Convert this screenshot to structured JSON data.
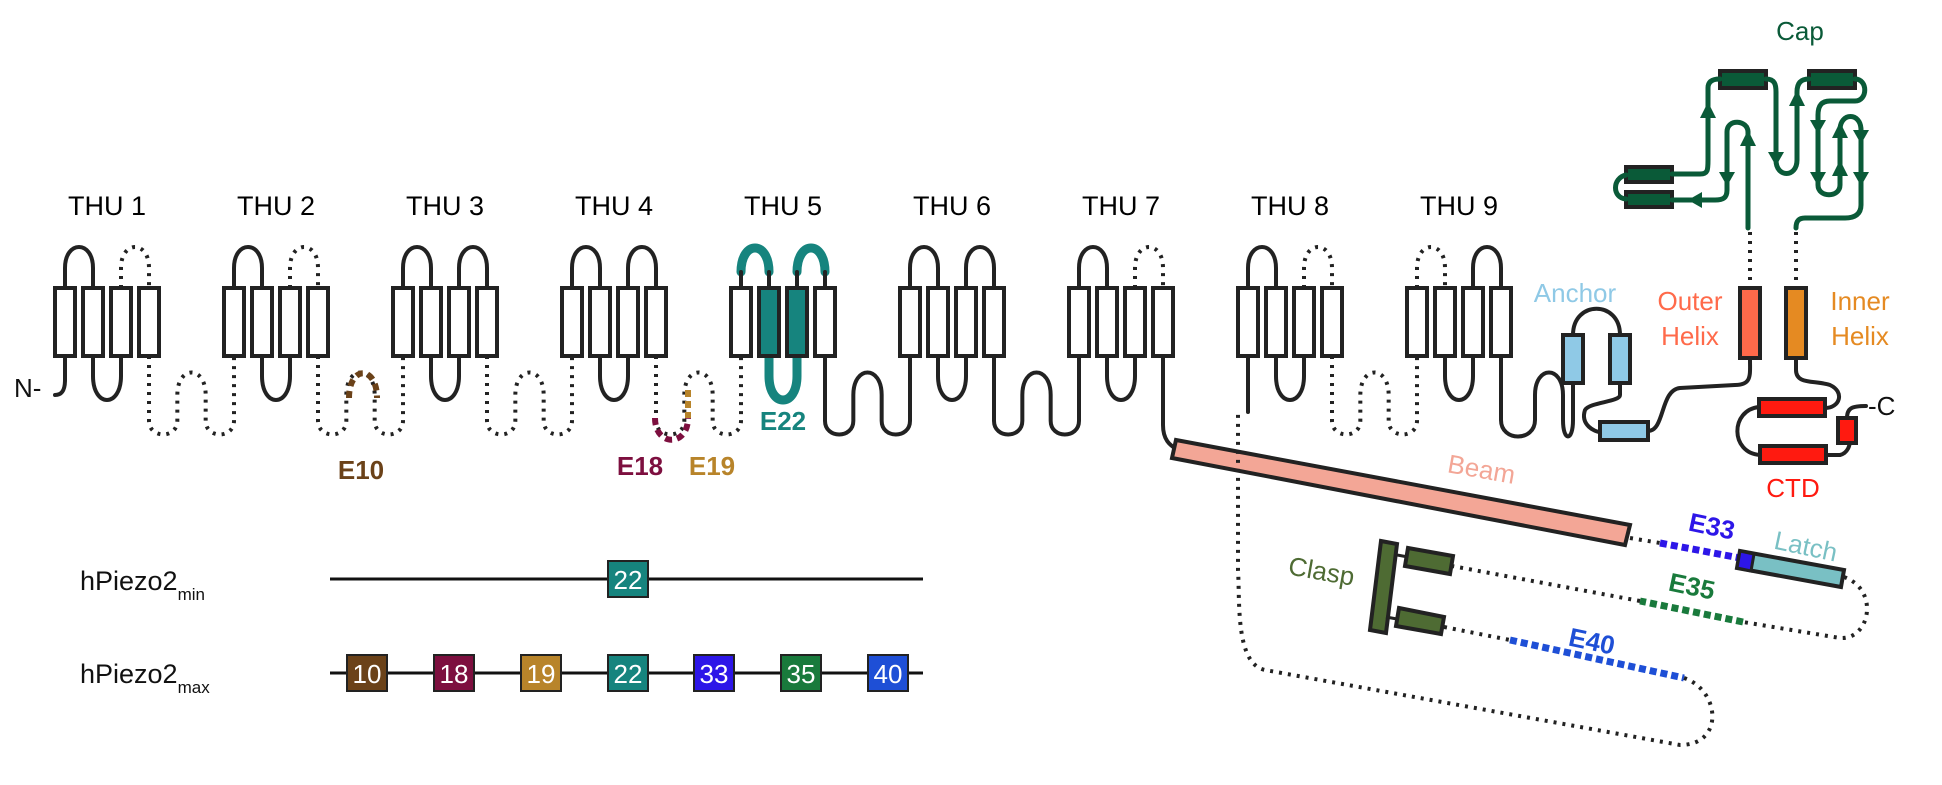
{
  "thu_labels": [
    "THU 1",
    "THU 2",
    "THU 3",
    "THU 4",
    "THU 5",
    "THU 6",
    "THU 7",
    "THU 8",
    "THU 9"
  ],
  "termini": {
    "n": "N-",
    "c": "-C"
  },
  "exons": {
    "e10": {
      "label": "E10",
      "color": "#6b4219"
    },
    "e18": {
      "label": "E18",
      "color": "#7d0f3f"
    },
    "e19": {
      "label": "E19",
      "color": "#b8842a"
    },
    "e22": {
      "label": "E22",
      "color": "#16847e"
    },
    "e33": {
      "label": "E33",
      "color": "#2d16e8"
    },
    "e35": {
      "label": "E35",
      "color": "#197a3c"
    },
    "e40": {
      "label": "E40",
      "color": "#1e4fd6"
    }
  },
  "domains": {
    "cap": {
      "label": "Cap",
      "color": "#0a5a38"
    },
    "anchor": {
      "label": "Anchor",
      "color": "#8fc9e6"
    },
    "outer_helix": {
      "label_line1": "Outer",
      "label_line2": "Helix",
      "color": "#ff6a4a"
    },
    "inner_helix": {
      "label_line1": "Inner",
      "label_line2": "Helix",
      "color": "#e58a22"
    },
    "ctd": {
      "label": "CTD",
      "color": "#ff1a10"
    },
    "beam": {
      "label": "Beam",
      "color": "#f3a696"
    },
    "latch": {
      "label": "Latch",
      "color": "#79c0c4"
    },
    "clasp": {
      "label": "Clasp",
      "color": "#4e6b33"
    }
  },
  "isoforms": [
    {
      "name": "hPiezo2",
      "subscript": "min",
      "exons": [
        "22"
      ]
    },
    {
      "name": "hPiezo2",
      "subscript": "max",
      "exons": [
        "10",
        "18",
        "19",
        "22",
        "33",
        "35",
        "40"
      ]
    }
  ]
}
